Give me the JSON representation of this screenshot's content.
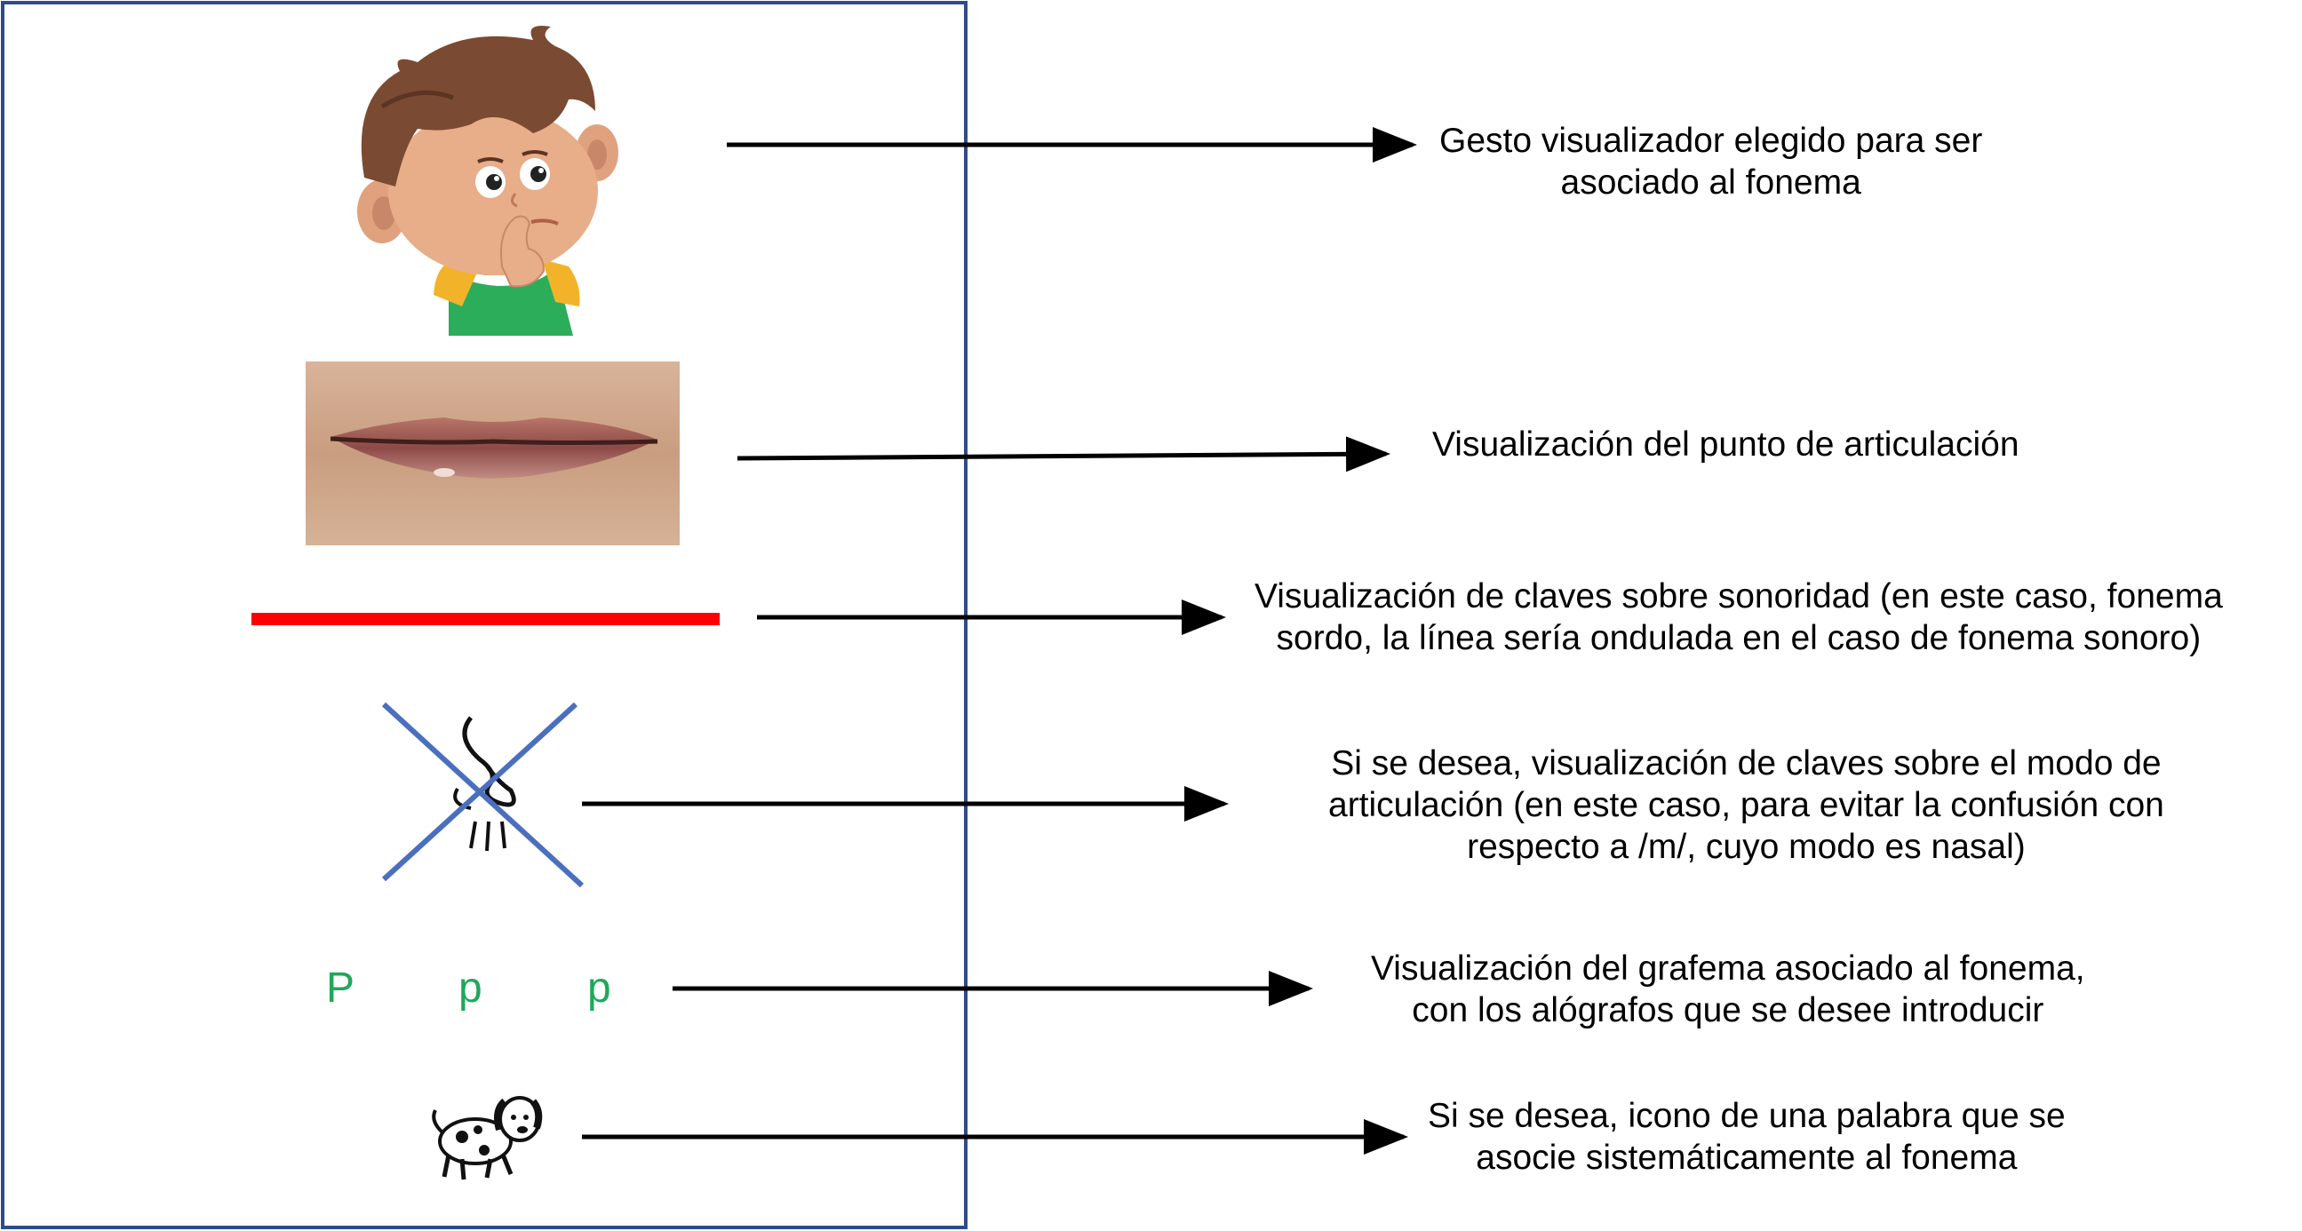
{
  "colors": {
    "frame": "#2f4b8c",
    "arrow": "#000000",
    "voicing_line": "#ff0000",
    "cross": "#4a6fbe",
    "grapheme": "#1fa85a"
  },
  "rows": [
    {
      "icon": "thinking-boy-gesture-icon",
      "description": [
        "Gesto visualizador elegido para ser",
        "asociado al fonema"
      ]
    },
    {
      "icon": "closed-lips-photo",
      "description": [
        "Visualización del punto de articulación"
      ]
    },
    {
      "icon": "voicing-straight-line",
      "description": [
        "Visualización de claves sobre sonoridad (en este caso, fonema",
        "sordo, la línea sería ondulada en el caso de fonema sonoro)"
      ]
    },
    {
      "icon": "crossed-nose-icon",
      "description": [
        "Si se desea, visualización de claves sobre el modo de",
        "articulación (en este caso, para evitar la confusión con",
        "respecto a /m/, cuyo modo es nasal)"
      ]
    },
    {
      "icon": "grapheme-allographs",
      "description": [
        "Visualización del grafema asociado al fonema,",
        "con los alógrafos que se desee introducir"
      ]
    },
    {
      "icon": "dog-icon",
      "description": [
        "Si se desea, icono de una palabra que se",
        "asocie sistemáticamente al fonema"
      ]
    }
  ],
  "graphemes": [
    "P",
    "p",
    "p"
  ]
}
